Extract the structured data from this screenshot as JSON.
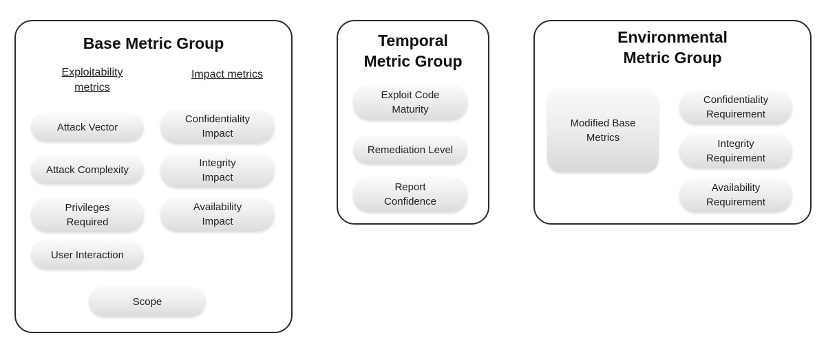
{
  "base_group": {
    "title": "Base Metric Group",
    "exploitability_heading": "Exploitability\nmetrics",
    "impact_heading": "Impact metrics",
    "exploitability_items": [
      "Attack Vector",
      "Attack Complexity",
      "Privileges\nRequired",
      "User Interaction"
    ],
    "impact_items": [
      "Confidentiality\nImpact",
      "Integrity\nImpact",
      "Availability\nImpact"
    ],
    "scope": "Scope"
  },
  "temporal_group": {
    "title": "Temporal\nMetric Group",
    "items": [
      "Exploit Code\nMaturity",
      "Remediation Level",
      "Report\nConfidence"
    ]
  },
  "environmental_group": {
    "title": "Environmental\nMetric Group",
    "modified": "Modified Base\nMetrics",
    "items": [
      "Confidentiality\nRequirement",
      "Integrity\nRequirement",
      "Availability\nRequirement"
    ]
  }
}
